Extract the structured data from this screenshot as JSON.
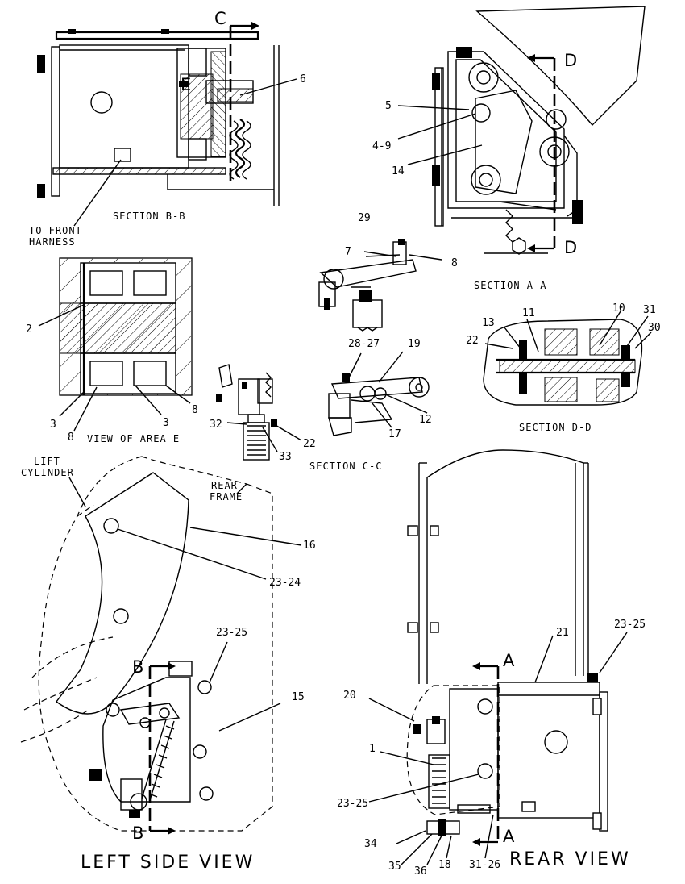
{
  "views": {
    "section_bb": {
      "caption": "SECTION B-B",
      "note_line1": "TO FRONT",
      "note_line2": "HARNESS",
      "cut_letter": "C",
      "detail_letter": "E"
    },
    "section_aa": {
      "caption": "SECTION A-A",
      "cut_letter_top": "D",
      "cut_letter_bottom": "D"
    },
    "view_area_e": {
      "caption": "VIEW OF AREA E"
    },
    "section_cc": {
      "caption": "SECTION C-C"
    },
    "section_dd": {
      "caption": "SECTION D-D"
    },
    "left_side": {
      "caption": "LEFT SIDE VIEW",
      "note_lift_1": "LIFT",
      "note_lift_2": "CYLINDER",
      "note_rear_1": "REAR",
      "note_rear_2": "FRAME",
      "cut_top": "B",
      "cut_bottom": "B"
    },
    "rear": {
      "caption": "REAR VIEW",
      "cut_top": "A",
      "cut_bottom": "A"
    }
  },
  "callouts": {
    "c6": "6",
    "c5": "5",
    "c4_9": "4-9",
    "c14": "14",
    "c29": "29",
    "c7": "7",
    "c8a": "8",
    "c2": "2",
    "c3a": "3",
    "c3b": "3",
    "c8b": "8",
    "c8c": "8",
    "c13": "13",
    "c22a": "22",
    "c11": "11",
    "c10": "10",
    "c31": "31",
    "c30": "30",
    "c28_27": "28-27",
    "c19": "19",
    "c12": "12",
    "c17": "17",
    "c32": "32",
    "c33": "33",
    "c22b": "22",
    "c16": "16",
    "c23_24": "23-24",
    "c23_25a": "23-25",
    "c15": "15",
    "c21": "21",
    "c23_25b": "23-25",
    "c20": "20",
    "c1": "1",
    "c23_25c": "23-25",
    "c34": "34",
    "c35": "35",
    "c36": "36",
    "c18": "18",
    "c31_26": "31-26"
  }
}
